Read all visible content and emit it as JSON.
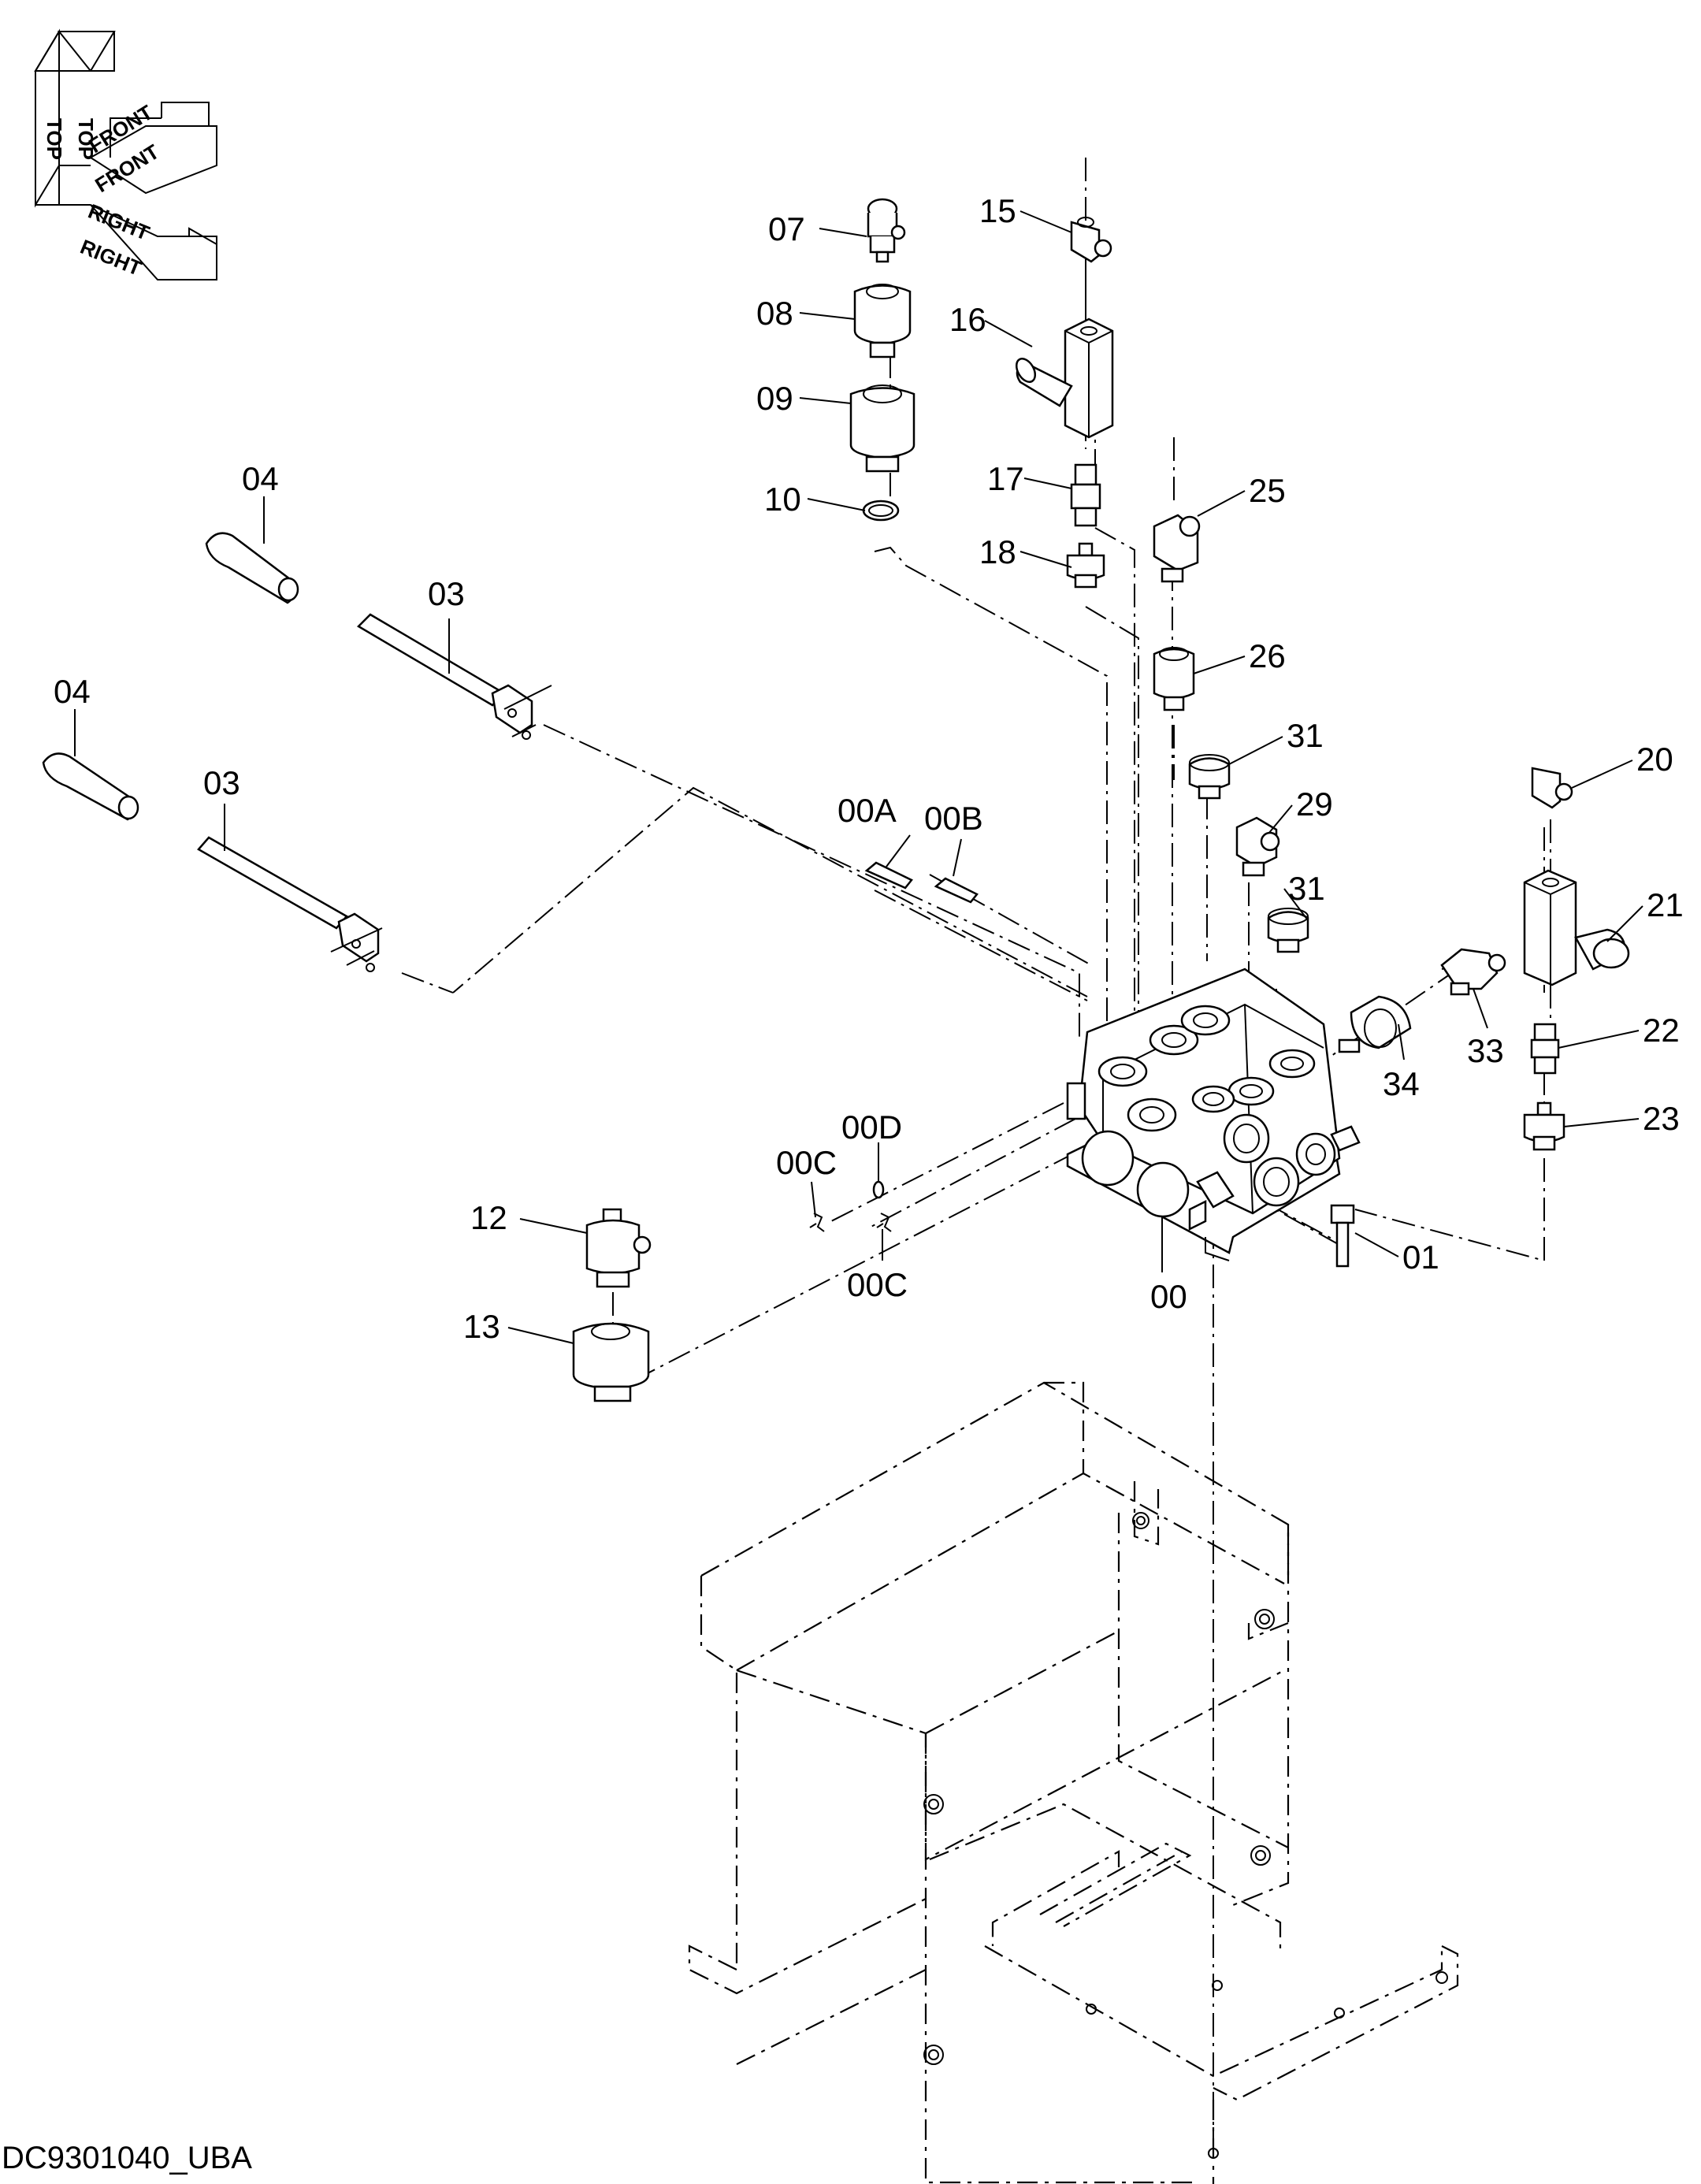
{
  "drawing_id": "DC9301040_UBA",
  "orientation": {
    "top": "TOP",
    "front": "FRONT",
    "right": "RIGHT"
  },
  "callouts": [
    "00",
    "00A",
    "00B",
    "00C",
    "00C",
    "00D",
    "01",
    "03",
    "03",
    "04",
    "04",
    "07",
    "08",
    "09",
    "10",
    "12",
    "13",
    "15",
    "16",
    "17",
    "18",
    "20",
    "21",
    "22",
    "23",
    "25",
    "26",
    "29",
    "31",
    "31",
    "33",
    "34"
  ]
}
